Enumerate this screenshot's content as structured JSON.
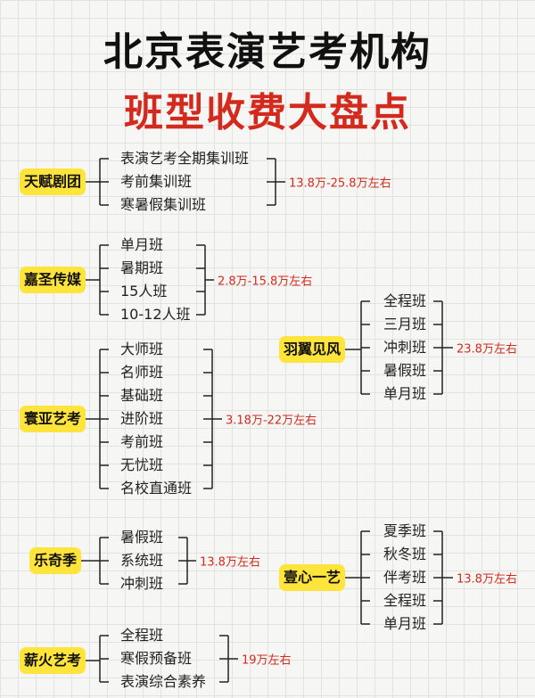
{
  "title": {
    "line1": "北京表演艺考机构",
    "line2": "班型收费大盘点"
  },
  "colors": {
    "title_main": "#111111",
    "title_accent": "#d42a1e",
    "label_bg": "#ffe53b",
    "price": "#d42a1e"
  },
  "orgs": [
    {
      "id": "tianfu",
      "name": "天赋剧团",
      "classes": [
        "表演艺考全期集训班",
        "考前集训班",
        "寒暑假集训班"
      ],
      "price": "13.8万-25.8万左右"
    },
    {
      "id": "jiasheng",
      "name": "嘉圣传媒",
      "classes": [
        "单月班",
        "暑期班",
        "15人班",
        "10-12人班"
      ],
      "price": "2.8万-15.8万左右"
    },
    {
      "id": "huanya",
      "name": "寰亚艺考",
      "classes": [
        "大师班",
        "名师班",
        "基础班",
        "进阶班",
        "考前班",
        "无忧班",
        "名校直通班"
      ],
      "price": "3.18万-22万左右"
    },
    {
      "id": "leqiji",
      "name": "乐奇季",
      "classes": [
        "暑假班",
        "系统班",
        "冲刺班"
      ],
      "price": "13.8万左右"
    },
    {
      "id": "xinhuo",
      "name": "薪火艺考",
      "classes": [
        "全程班",
        "寒假预备班",
        "表演综合素养"
      ],
      "price": "19万左右"
    },
    {
      "id": "yuyi",
      "name": "羽翼见风",
      "classes": [
        "全程班",
        "三月班",
        "冲刺班",
        "暑假班",
        "单月班"
      ],
      "price": "23.8万左右"
    },
    {
      "id": "yixin",
      "name": "壹心一艺",
      "classes": [
        "夏季班",
        "秋冬班",
        "伴考班",
        "全程班",
        "单月班"
      ],
      "price": "13.8万左右"
    }
  ]
}
